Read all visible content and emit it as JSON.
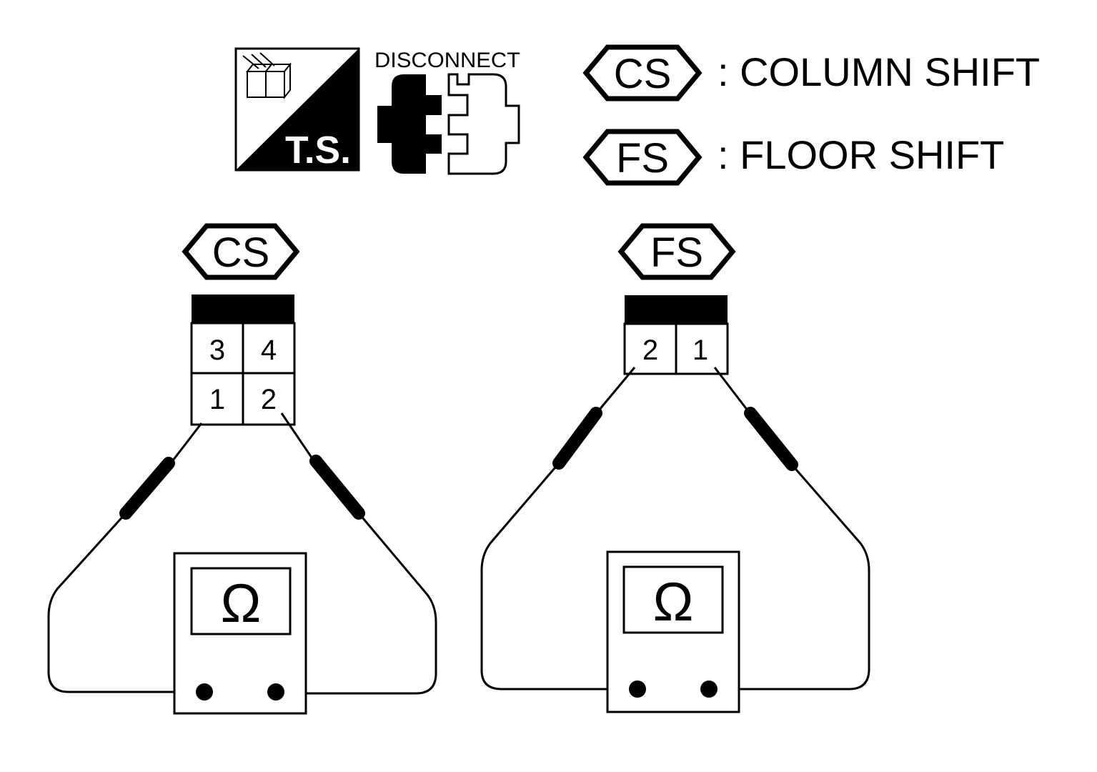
{
  "header": {
    "ts_badge": {
      "label": "T.S.",
      "icon": "trouble-diagnosis-icon"
    },
    "disconnect": {
      "label": "DISCONNECT",
      "icon": "connector-disconnect-icon"
    }
  },
  "legend": [
    {
      "code": "CS",
      "description": ": COLUMN SHIFT"
    },
    {
      "code": "FS",
      "description": ": FLOOR SHIFT"
    }
  ],
  "diagrams": [
    {
      "code": "CS",
      "terminals_top": [
        "3",
        "4"
      ],
      "terminals_bottom": [
        "1",
        "2"
      ],
      "meter_symbol": "Ω",
      "meter_icon": "ohmmeter-icon"
    },
    {
      "code": "FS",
      "terminals_top": [
        "2",
        "1"
      ],
      "meter_symbol": "Ω",
      "meter_icon": "ohmmeter-icon"
    }
  ],
  "colors": {
    "ink": "#000000",
    "paper": "#ffffff"
  }
}
